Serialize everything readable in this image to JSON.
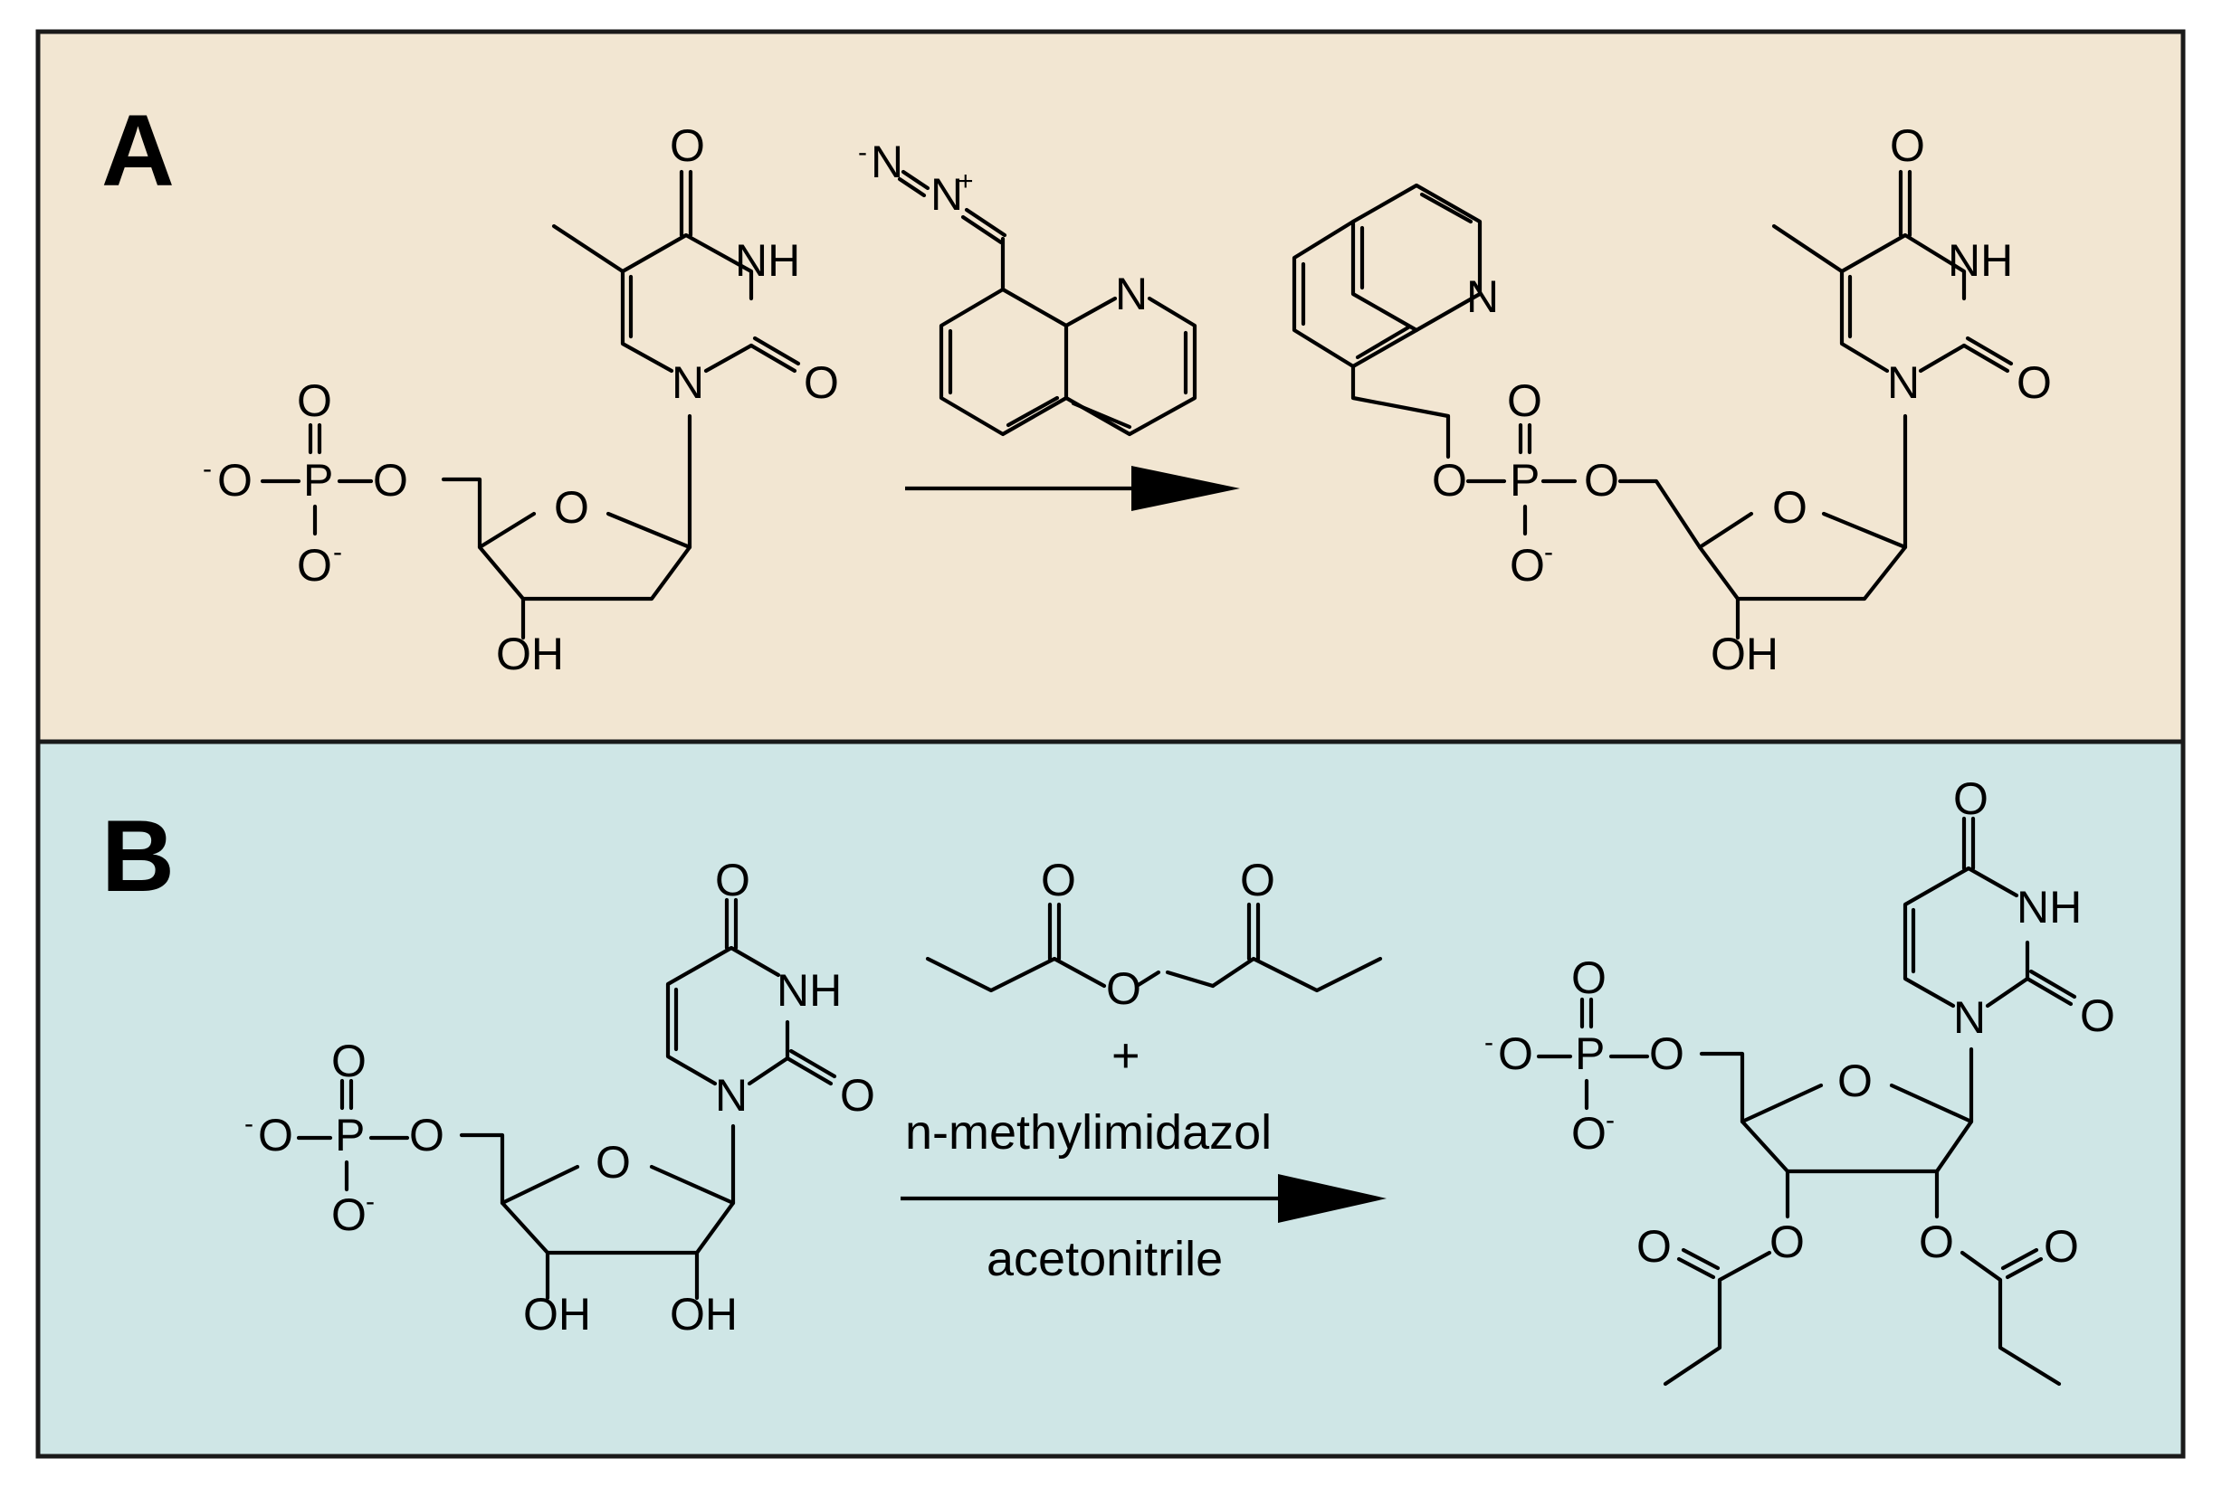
{
  "colors": {
    "panel_a_bg": "#f2e6d2",
    "panel_b_bg": "#cfe6e6",
    "border": "#1a1a1a",
    "ink": "#000000"
  },
  "panel_a": {
    "label": "A",
    "atoms": {
      "o": "O",
      "nh": "NH",
      "n": "N",
      "p": "P",
      "oh": "OH",
      "minus": "-",
      "plus": "+"
    }
  },
  "panel_b": {
    "label": "B",
    "atoms": {
      "o": "O",
      "nh": "NH",
      "n": "N",
      "p": "P",
      "oh": "OH",
      "minus": "-"
    },
    "reagents": {
      "plus": "+",
      "line1": "n-methylimidazol",
      "line2": "acetonitrile"
    }
  }
}
